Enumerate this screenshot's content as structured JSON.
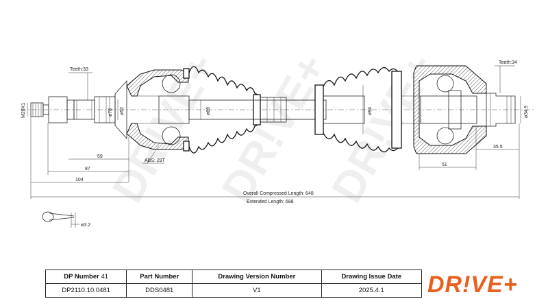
{
  "watermark": "DR!VE+",
  "dimensions": {
    "teeth_left": "Teeth:33",
    "teeth_right": "Teeth:34",
    "thread": "M20X1",
    "d78": "ø78",
    "d52": "ø52",
    "d69": "ø69",
    "d94": "ø94",
    "d34_9": "ø34.9",
    "len59": "59",
    "len87": "87",
    "len104": "104",
    "len51": "51",
    "len35_5": "35.5",
    "abs": "ABS: 29T",
    "overall_compressed": "Overall  Compressed  Length: 648",
    "extended": "Extended  Length: 688",
    "pin": "ø3.2"
  },
  "title_block": {
    "headers": {
      "dp_number_label": "DP Number",
      "dp_number_count": "41",
      "part_number": "Part Number",
      "drawing_version": "Drawing Version Number",
      "issue_date": "Drawing Issue Date"
    },
    "values": {
      "dp_number": "DP2110.10.0481",
      "part_number": "DDS0481",
      "version": "V1",
      "date": "2025.4.1"
    }
  },
  "logo": {
    "text": "DR!VE+",
    "color": "#e8601c"
  }
}
